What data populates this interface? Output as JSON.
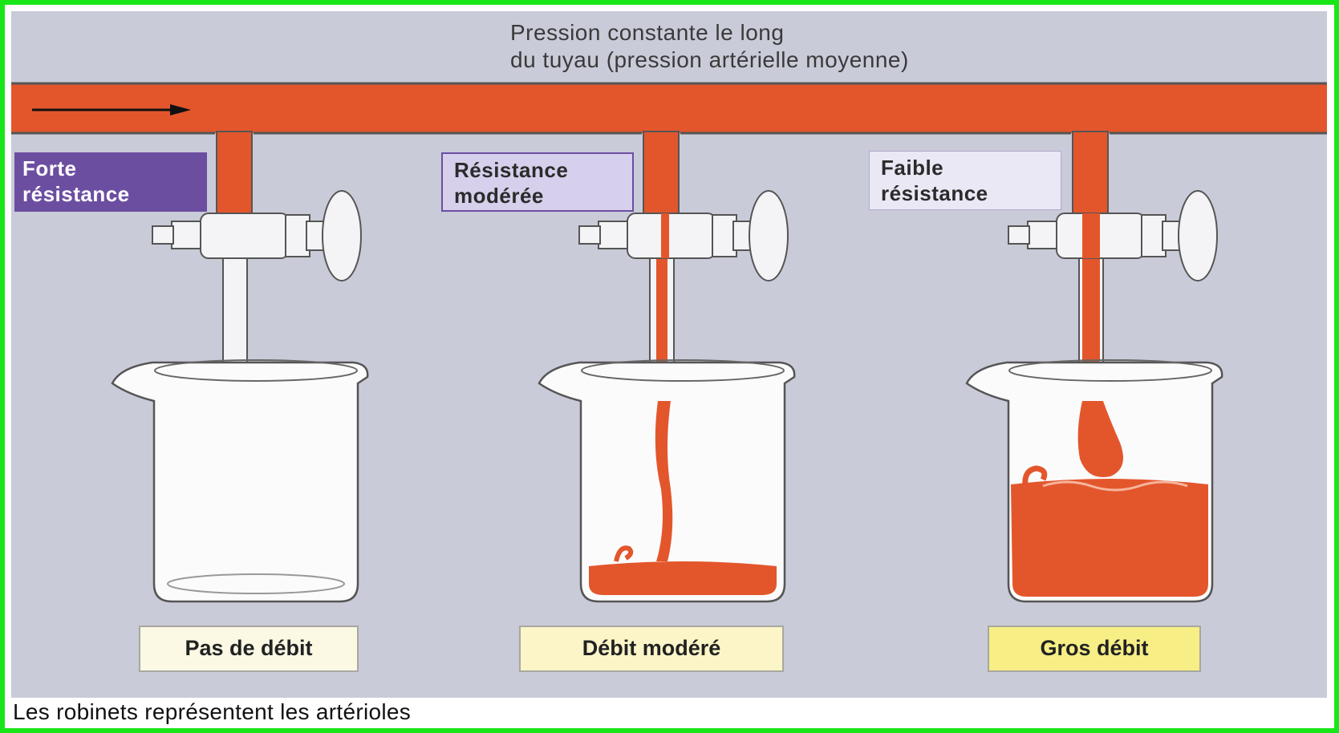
{
  "title": {
    "line1": "Pression constante le long",
    "line2": "du tuyau (pression artérielle moyenne)"
  },
  "valves": [
    {
      "resistance_line1": "Forte",
      "resistance_line2": "résistance",
      "flow_label": "Pas de débit",
      "beaker_fill": 0.0
    },
    {
      "resistance_line1": "Résistance",
      "resistance_line2": "modérée",
      "flow_label": "Débit modéré",
      "beaker_fill": 0.1
    },
    {
      "resistance_line1": "Faible",
      "resistance_line2": "résistance",
      "flow_label": "Gros débit",
      "beaker_fill": 0.55
    }
  ],
  "caption": "Les robinets représentent les artérioles",
  "colors": {
    "frame_border": "#19e619",
    "background": "#c9cbd8",
    "fluid": "#e3562c",
    "strong_resistance_label": "#6c4ea1",
    "moderate_resistance_label": "#d6d0ec",
    "weak_resistance_label": "#ebe8f6",
    "flow_label_yellow": "#f7ee86"
  },
  "icons": [
    "flow-arrow-icon",
    "valve-icon",
    "beaker-icon"
  ]
}
